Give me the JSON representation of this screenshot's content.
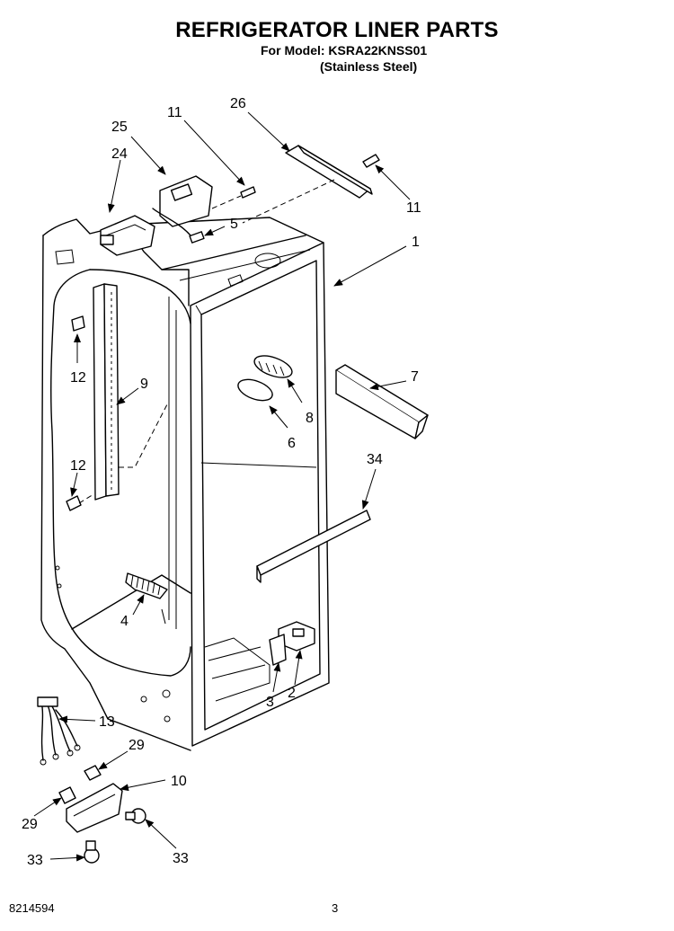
{
  "header": {
    "title": "REFRIGERATOR LINER PARTS",
    "model_line": "For Model: KSRA22KNSS01",
    "finish_line": "(Stainless Steel)"
  },
  "footer": {
    "document_number": "8214594",
    "page_number": "3"
  },
  "callouts": {
    "c1": "1",
    "c2": "2",
    "c3": "3",
    "c4": "4",
    "c5": "5",
    "c6": "6",
    "c7": "7",
    "c8": "8",
    "c9": "9",
    "c10": "10",
    "c11a": "11",
    "c11b": "11",
    "c12a": "12",
    "c12b": "12",
    "c13": "13",
    "c24": "24",
    "c25": "25",
    "c26": "26",
    "c29a": "29",
    "c29b": "29",
    "c33a": "33",
    "c33b": "33",
    "c34": "34"
  }
}
